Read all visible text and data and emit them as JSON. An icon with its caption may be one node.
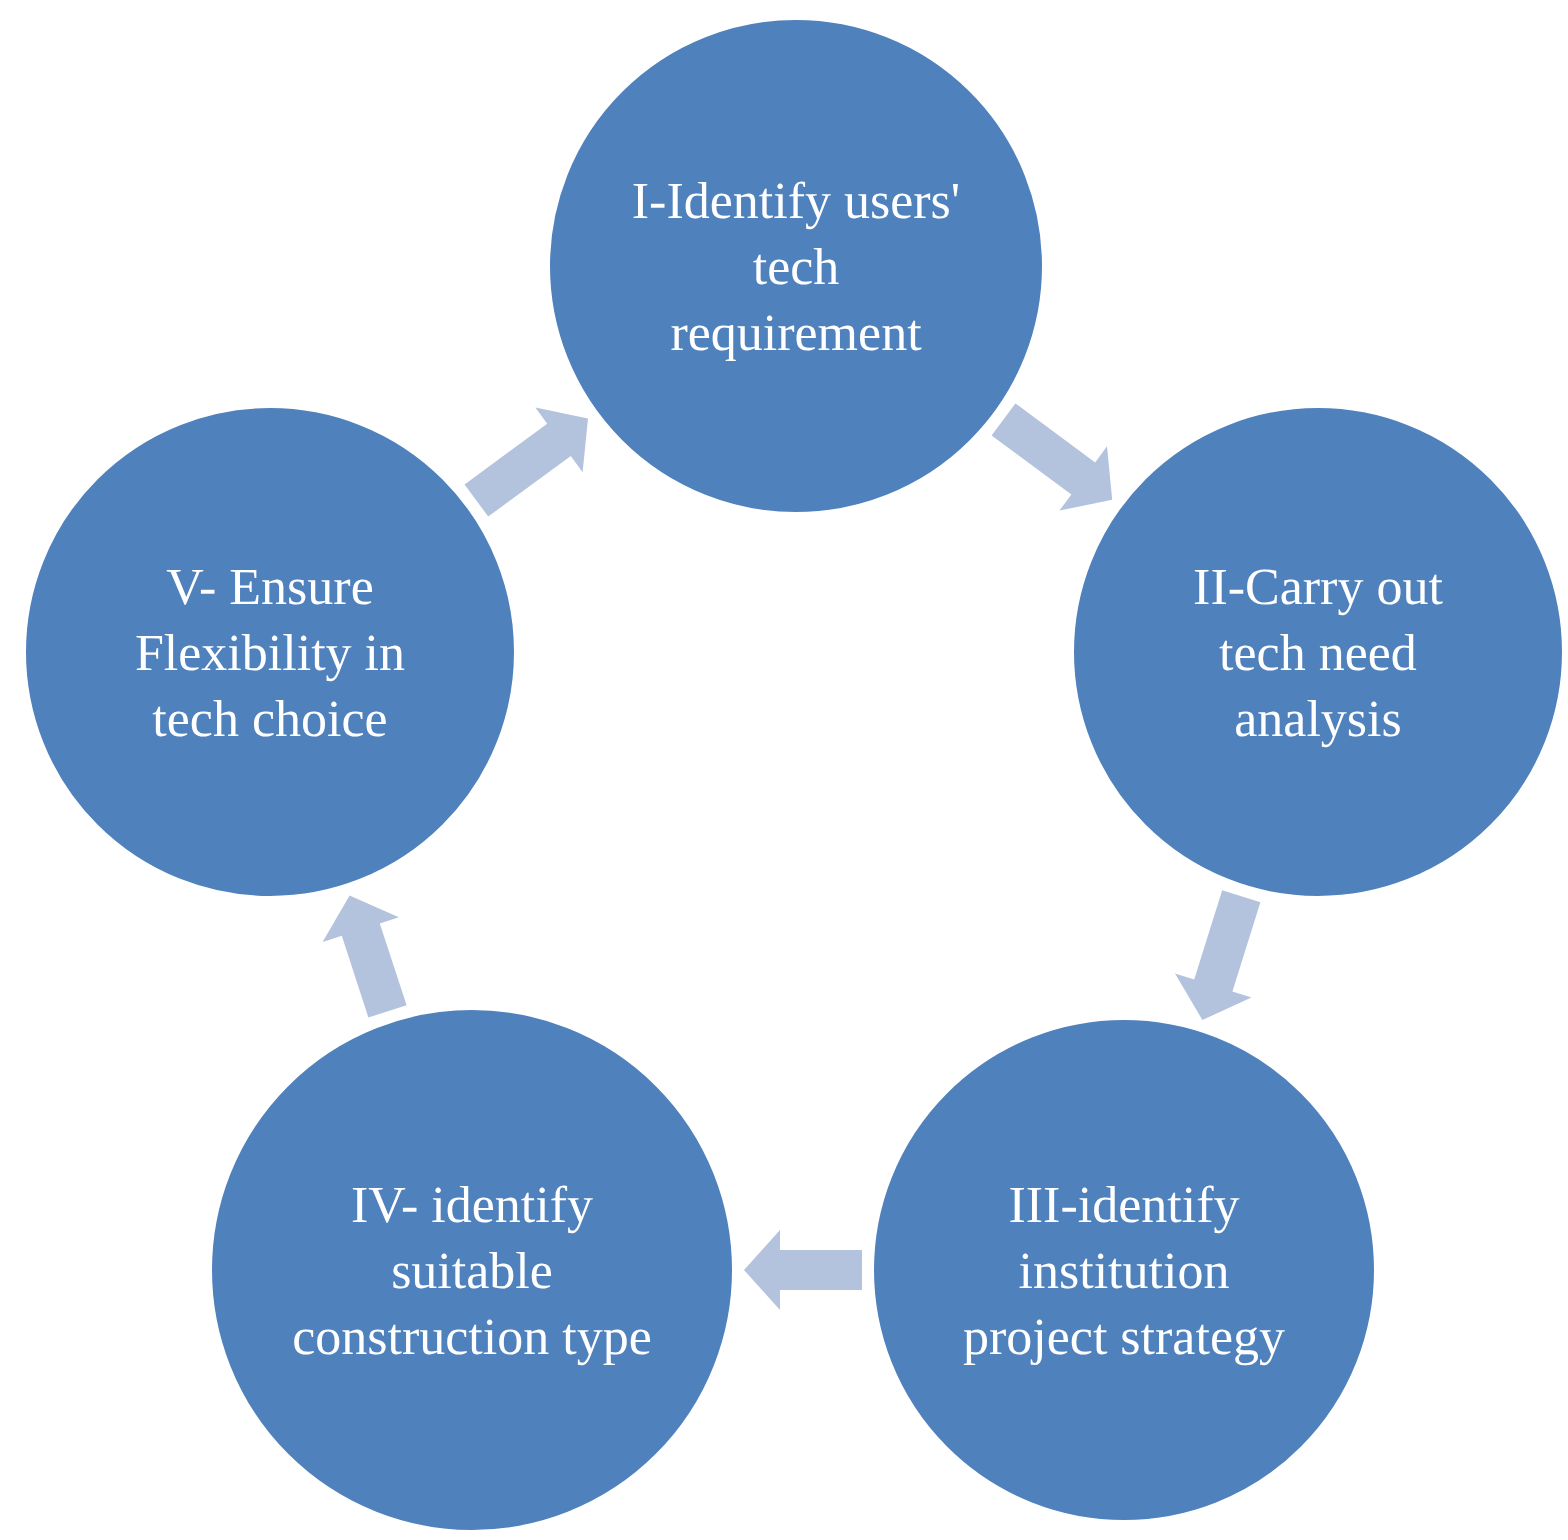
{
  "diagram": {
    "nodes": [
      {
        "text": [
          "I-Identify users' tech requirement"
        ]
      },
      {
        "text": [
          "II-Carry out tech need analysis"
        ]
      },
      {
        "text": [
          "III-identify institution project strategy"
        ]
      },
      {
        "text": [
          "IV- identify suitable construction type"
        ]
      },
      {
        "text": [
          "V- Ensure Flexibility in tech choice"
        ]
      }
    ],
    "edges": [
      {
        "from": 0,
        "to": 1,
        "arrow": "to"
      },
      {
        "from": 1,
        "to": 2,
        "arrow": "to"
      },
      {
        "from": 2,
        "to": 3,
        "arrow": "to"
      },
      {
        "from": 3,
        "to": 4,
        "arrow": "to"
      },
      {
        "from": 4,
        "to": 0,
        "arrow": "to"
      }
    ]
  }
}
